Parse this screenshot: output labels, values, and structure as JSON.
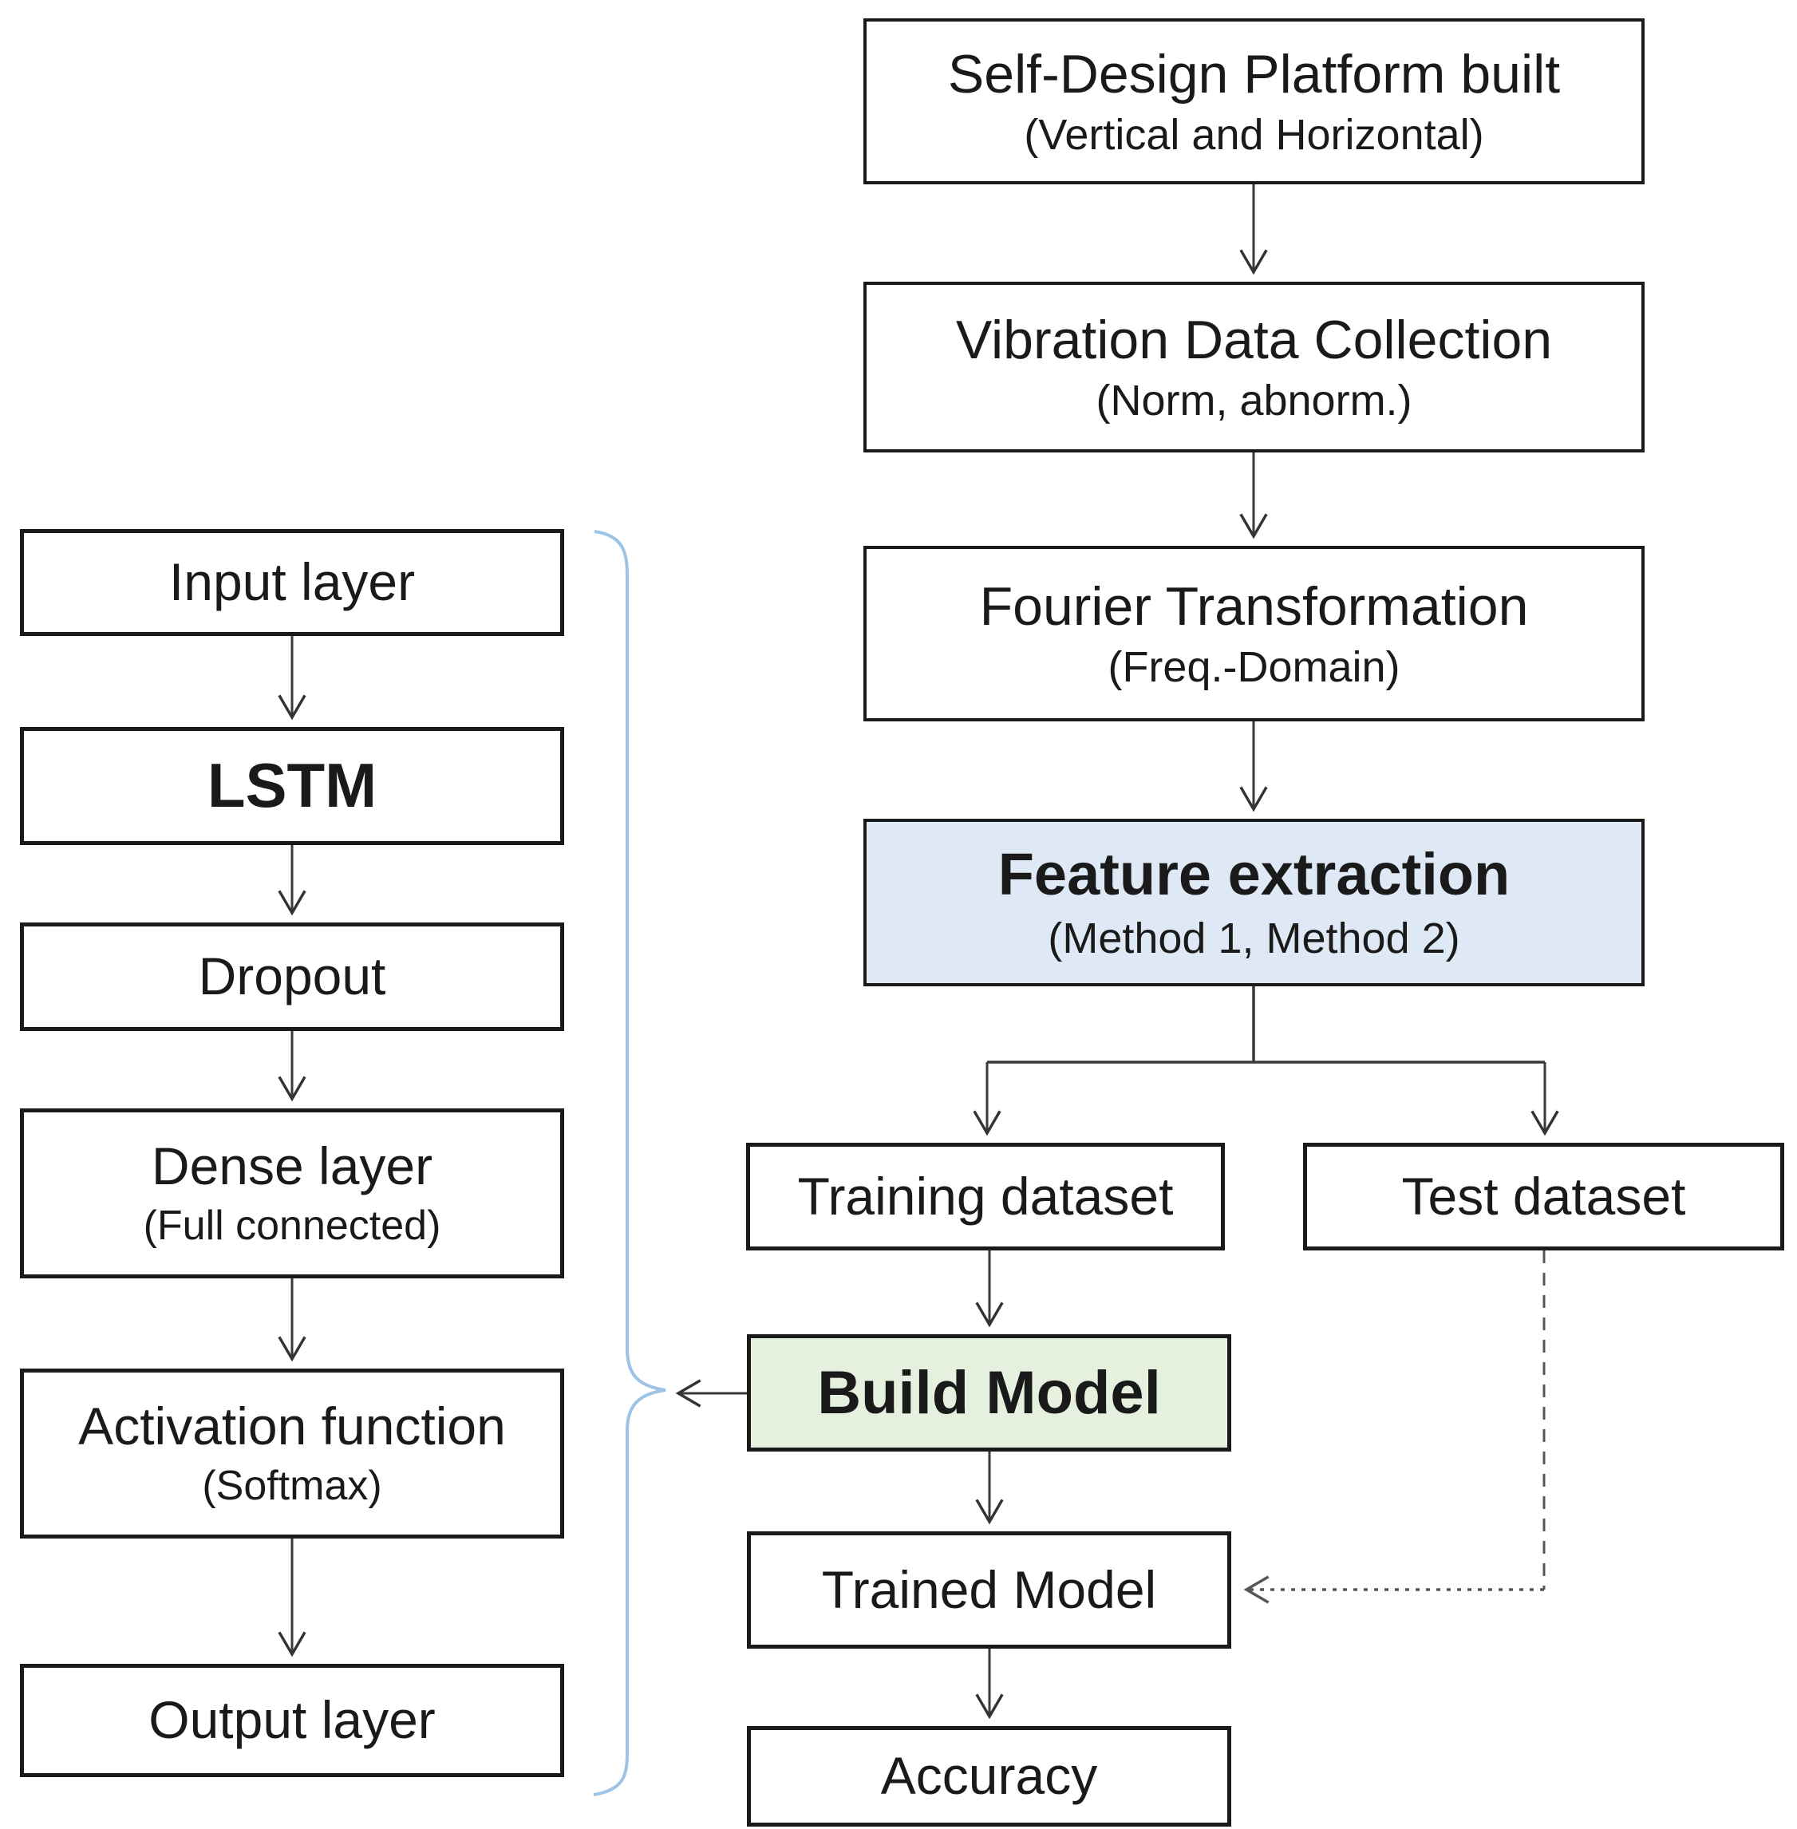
{
  "title": "LSTM vibration-diagnosis workflow flowchart",
  "flow": {
    "left": [
      {
        "label": "Input layer",
        "sublabel": ""
      },
      {
        "label": "LSTM",
        "sublabel": ""
      },
      {
        "label": "Dropout",
        "sublabel": ""
      },
      {
        "label": "Dense layer",
        "sublabel": "(Full connected)"
      },
      {
        "label": "Activation function",
        "sublabel": "(Softmax)"
      },
      {
        "label": "Output layer",
        "sublabel": ""
      }
    ],
    "right": [
      {
        "label": "Self-Design Platform built",
        "sublabel": "(Vertical and Horizontal)"
      },
      {
        "label": "Vibration Data Collection",
        "sublabel": "(Norm, abnorm.)"
      },
      {
        "label": "Fourier Transformation",
        "sublabel": "(Freq.-Domain)"
      },
      {
        "label": "Feature extraction",
        "sublabel": "(Method 1, Method 2)"
      }
    ],
    "datasets": [
      {
        "label": "Training dataset"
      },
      {
        "label": "Test dataset"
      }
    ],
    "bottom": [
      {
        "label": "Build Model"
      },
      {
        "label": "Trained Model"
      },
      {
        "label": "Accuracy"
      }
    ],
    "edges": [
      {
        "from": "Self-Design Platform built",
        "to": "Vibration Data Collection",
        "style": "solid-arrow"
      },
      {
        "from": "Vibration Data Collection",
        "to": "Fourier Transformation",
        "style": "solid-arrow"
      },
      {
        "from": "Fourier Transformation",
        "to": "Feature extraction",
        "style": "solid-arrow"
      },
      {
        "from": "Feature extraction",
        "to": "Training dataset",
        "style": "solid-arrow"
      },
      {
        "from": "Feature extraction",
        "to": "Test dataset",
        "style": "solid-arrow"
      },
      {
        "from": "Training dataset",
        "to": "Build Model",
        "style": "solid-arrow"
      },
      {
        "from": "Build Model",
        "to": "Trained Model",
        "style": "solid-arrow"
      },
      {
        "from": "Trained Model",
        "to": "Accuracy",
        "style": "solid-arrow"
      },
      {
        "from": "Test dataset",
        "to": "Trained Model",
        "style": "dashed-dotted-arrow"
      },
      {
        "from": "Build Model",
        "to": "LSTM layer stack (brace)",
        "style": "solid-arrow"
      },
      {
        "from": "Input layer",
        "to": "LSTM",
        "style": "solid-arrow"
      },
      {
        "from": "LSTM",
        "to": "Dropout",
        "style": "solid-arrow"
      },
      {
        "from": "Dropout",
        "to": "Dense layer",
        "style": "solid-arrow"
      },
      {
        "from": "Dense layer",
        "to": "Activation function",
        "style": "solid-arrow"
      },
      {
        "from": "Activation function",
        "to": "Output layer",
        "style": "solid-arrow"
      }
    ]
  },
  "colors": {
    "feature_box_fill": "#dfe9f5",
    "build_box_fill": "#e6f0de",
    "brace_stroke": "#9dc3e6",
    "box_border": "#1a1a1a",
    "connector": "#3a3a3a"
  }
}
